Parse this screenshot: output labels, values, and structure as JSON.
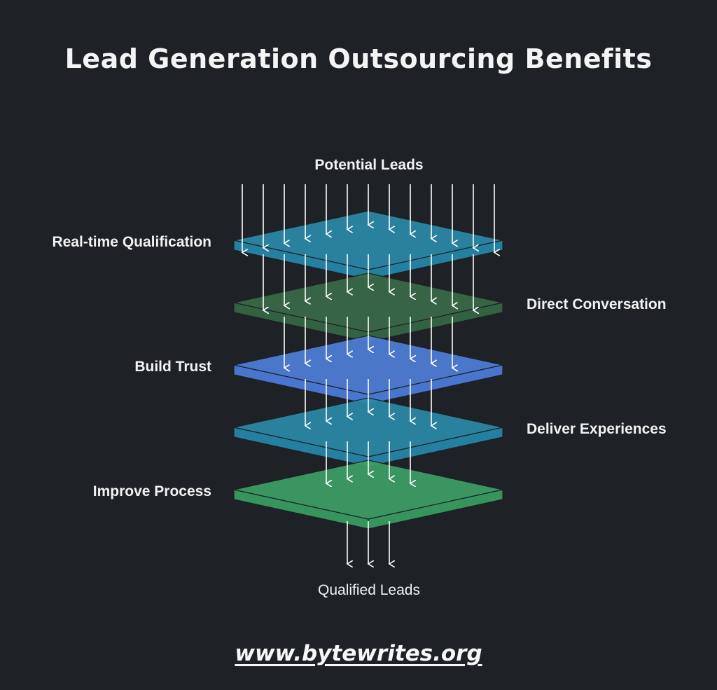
{
  "title": "Lead Generation Outsourcing Benefits",
  "input_label": "Potential Leads",
  "output_label": "Qualified Leads",
  "layers": [
    {
      "label": "Real-time Qualification",
      "side": "left",
      "arrows_in": 13,
      "top_color": "#2b8aa8",
      "side_color": "#2480a0"
    },
    {
      "label": "Direct Conversation",
      "side": "right",
      "arrows_in": 11,
      "top_color": "#3a6a48",
      "side_color": "#336242"
    },
    {
      "label": "Build Trust",
      "side": "left",
      "arrows_in": 9,
      "top_color": "#4f7fd8",
      "side_color": "#4876cf"
    },
    {
      "label": "Deliver Experiences",
      "side": "right",
      "arrows_in": 7,
      "top_color": "#2b8aa8",
      "side_color": "#2480a0"
    },
    {
      "label": "Improve Process",
      "side": "left",
      "arrows_in": 5,
      "top_color": "#3ea066",
      "side_color": "#36955c"
    }
  ],
  "arrows_out": 3,
  "footer": "www.bytewrites.org"
}
